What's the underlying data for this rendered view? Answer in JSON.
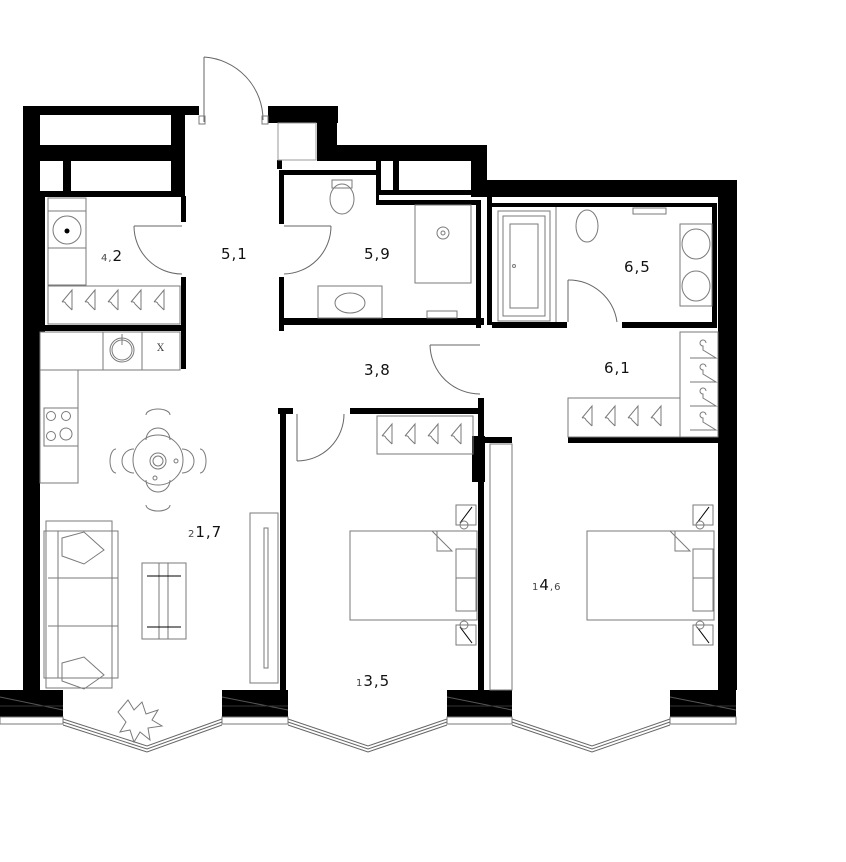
{
  "plan": {
    "type": "apartment-floor-plan",
    "units": "m²",
    "rooms": [
      {
        "id": "laundry",
        "prefix": "4,",
        "main": "2",
        "area": "4,2"
      },
      {
        "id": "entry-hall",
        "prefix": "",
        "main": "5,1",
        "area": "5,1"
      },
      {
        "id": "bathroom-1",
        "prefix": "",
        "main": "5,9",
        "area": "5,9"
      },
      {
        "id": "bathroom-2",
        "prefix": "",
        "main": "6,5",
        "area": "6,5"
      },
      {
        "id": "corridor",
        "prefix": "",
        "main": "3,8",
        "area": "3,8"
      },
      {
        "id": "walk-in-closet",
        "prefix": "",
        "main": "6,1",
        "area": "6,1"
      },
      {
        "id": "living-kitchen",
        "prefix": "2",
        "main": "1,7",
        "area": "21,7"
      },
      {
        "id": "bedroom-1",
        "prefix": "1",
        "main": "3,5",
        "area": "13,5"
      },
      {
        "id": "bedroom-2",
        "prefix": "1",
        "main": "4",
        "suffix": ",6",
        "area": "14,6"
      }
    ],
    "furniture": {
      "kitchen_sink_mark": "X"
    },
    "colors": {
      "wall": "#000000",
      "line": "#7a7a7a",
      "background": "#ffffff"
    }
  }
}
